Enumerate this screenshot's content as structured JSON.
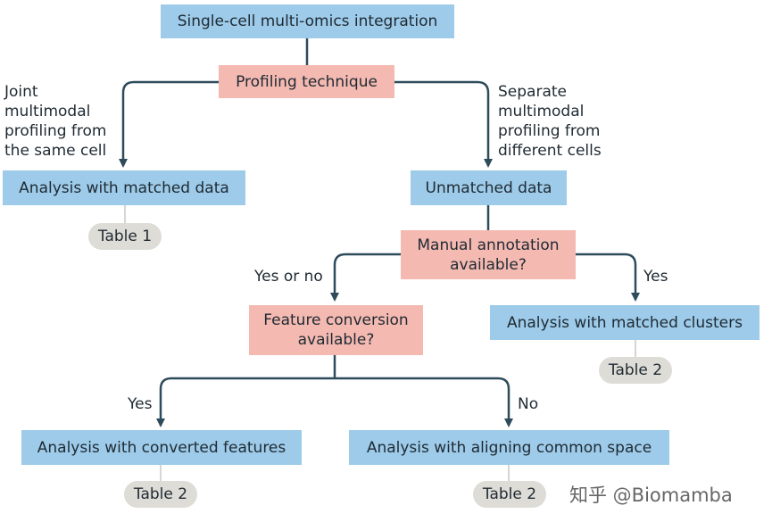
{
  "nodes": {
    "root": "Single-cell multi-omics integration",
    "profiling": "Profiling technique",
    "matched_analysis": "Analysis with matched data",
    "unmatched": "Unmatched data",
    "manual_annotation": "Manual annotation\navailable?",
    "feature_conversion": "Feature conversion\navailable?",
    "matched_clusters": "Analysis with matched clusters",
    "converted_features": "Analysis with converted features",
    "common_space": "Analysis with aligning common space"
  },
  "tables": {
    "t1": "Table 1",
    "t2a": "Table 2",
    "t2b": "Table 2",
    "t2c": "Table 2"
  },
  "edge_labels": {
    "joint": "Joint\nmultimodal\nprofiling from\nthe same cell",
    "separate": "Separate\nmultimodal\nprofiling from\ndifferent cells",
    "yes_or_no": "Yes or no",
    "yes_right": "Yes",
    "yes_left": "Yes",
    "no": "No"
  },
  "watermark": "知乎 @Biomamba",
  "colors": {
    "blue_box": "#9dcbe9",
    "pink_box": "#f4b9b1",
    "table_pill": "#dedcd6",
    "connector": "#2e4b5c"
  }
}
